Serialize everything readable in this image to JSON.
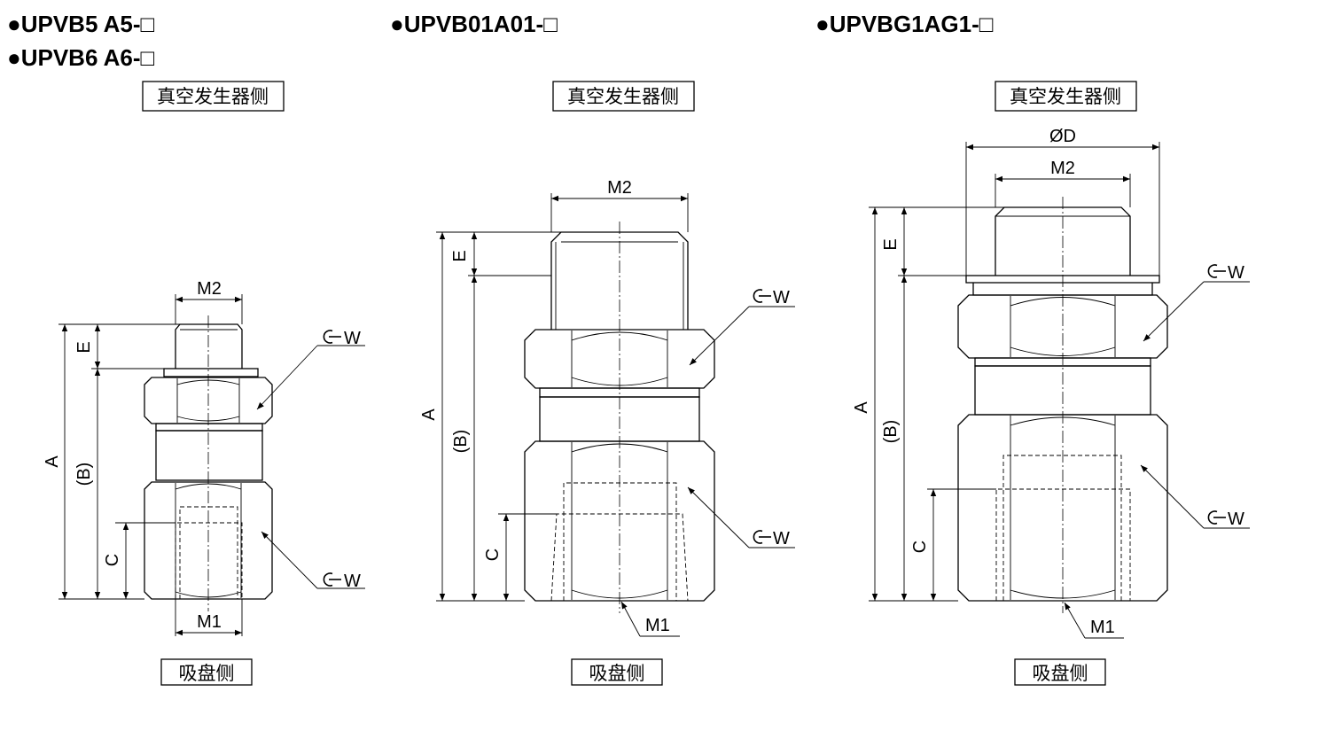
{
  "titles": {
    "left_1": "●UPVB5 A5-□",
    "left_2": "●UPVB6 A6-□",
    "middle": "●UPVB01A01-□",
    "right": "●UPVBG1AG1-□"
  },
  "labels": {
    "generator_side": "真空发生器侧",
    "pad_side": "吸盘侧"
  },
  "dimensions": {
    "A": "A",
    "B": "(B)",
    "C": "C",
    "E": "E",
    "M1": "M1",
    "M2": "M2",
    "W": "W",
    "OD": "ØD"
  },
  "icons": {
    "wrench": "wrench-icon"
  }
}
